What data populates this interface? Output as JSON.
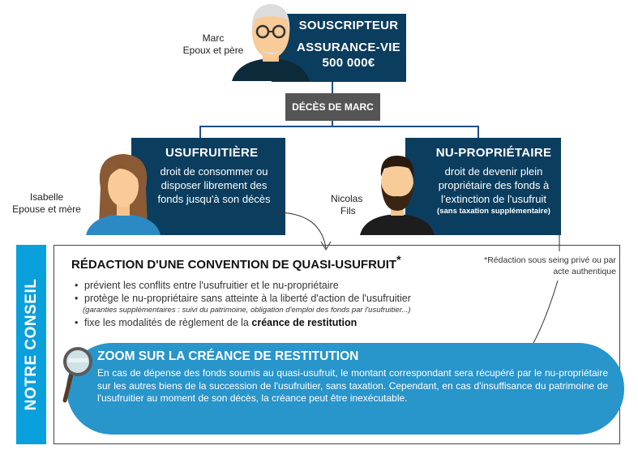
{
  "top": {
    "title": "SOUSCRIPTEUR",
    "product": "ASSURANCE-VIE",
    "amount": "500 000€",
    "person_name": "Marc",
    "person_role": "Epoux et père"
  },
  "event": "DÉCÈS DE MARC",
  "left": {
    "title": "USUFRUITIÈRE",
    "text": "droit de consommer ou disposer librement des fonds jusqu'à son décès",
    "person_name": "Isabelle",
    "person_role": "Epouse et mère"
  },
  "right": {
    "title": "NU-PROPRIÉTAIRE",
    "text": "droit de devenir plein propriétaire des fonds à l'extinction de l'usufruit",
    "note": "(sans taxation supplémentaire)",
    "person_name": "Nicolas",
    "person_role": "Fils"
  },
  "advice": {
    "tab_label": "NOTRE CONSEIL",
    "heading": "RÉDACTION D'UNE CONVENTION DE QUASI-USUFRUIT",
    "asterisk": "*",
    "footnote": "*Rédaction sous seing privé ou par acte authentique",
    "bullets": [
      "prévient les conflits entre l'usufruitier et le nu-propriétaire",
      "protège le nu-propriétaire sans atteinte à la liberté d'action de l'usufruitier"
    ],
    "bullet2_note": "(garanties supplémentaires : suivi du patrimoine, obligation d'emploi des fonds par l'usufruitier...)",
    "bullet3_prefix": "fixe les modalités de règlement de la ",
    "bullet3_bold": "créance de restitution",
    "zoom_title": "ZOOM SUR LA CRÉANCE DE RESTITUTION",
    "zoom_text": "En cas de dépense des fonds soumis au quasi-usufruit, le montant correspondant sera récupéré par le nu-propriétaire sur les autres biens de la succession de l'usufruitier, sans taxation. Cependant, en cas d'insuffisance du patrimoine de l'usufruitier au moment de son décès, la créance peut être inexécutable."
  },
  "colors": {
    "navy": "#0b3d5e",
    "grey": "#555555",
    "tab": "#0aa0dc",
    "bubble": "#2895cb",
    "line": "#1f4e8c"
  }
}
